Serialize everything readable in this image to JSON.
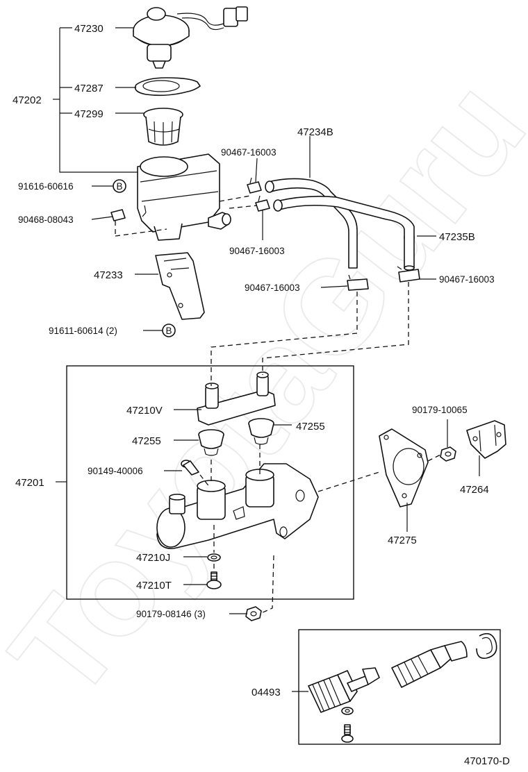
{
  "watermark": "ToyotaGuru",
  "diagram_code": "470170-D",
  "circle_marker": "B",
  "labels": {
    "p47230": "47230",
    "p47287": "47287",
    "p47202": "47202",
    "p47299": "47299",
    "p47234b": "47234B",
    "p90467_a": "90467-16003",
    "p91616": "91616-60616",
    "p90468": "90468-08043",
    "p90467_b": "90467-16003",
    "p47235b": "47235B",
    "p47233": "47233",
    "p90467_c": "90467-16003",
    "p90467_d": "90467-16003",
    "p91611": "91611-60614 (2)",
    "p90179_10065": "90179-10065",
    "p47210v": "47210V",
    "p47255_l": "47255",
    "p47255_r": "47255",
    "p90149": "90149-40006",
    "p47201": "47201",
    "p47264": "47264",
    "p47275": "47275",
    "p47210j": "47210J",
    "p47210t": "47210T",
    "p90179_08146": "90179-08146 (3)",
    "p04493": "04493"
  }
}
